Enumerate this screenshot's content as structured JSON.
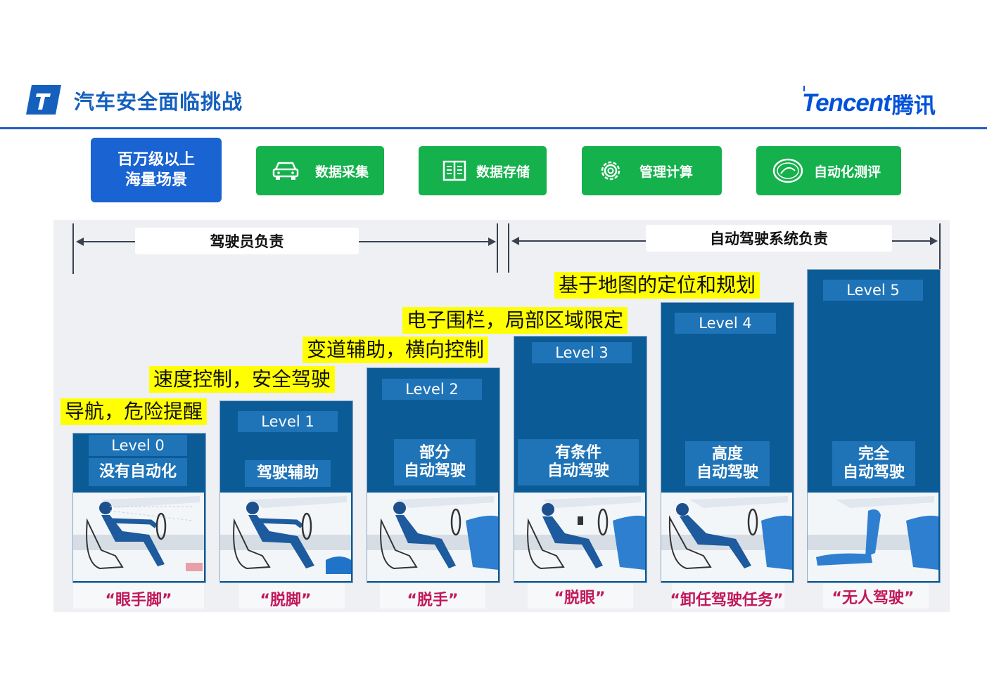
{
  "header": {
    "title": "汽车安全面临挑战",
    "brand_en": "Tencent",
    "brand_cn": "腾讯"
  },
  "top_buttons": {
    "scale": [
      "百万级以上",
      "海量场景"
    ],
    "items": [
      {
        "label": "数据采集",
        "icon": "car-icon"
      },
      {
        "label": "数据存储",
        "icon": "book-icon"
      },
      {
        "label": "管理计算",
        "icon": "gear-icon"
      },
      {
        "label": "自动化测评",
        "icon": "test-stamp-icon"
      }
    ]
  },
  "responsibility": {
    "driver": "驾驶员负责",
    "system": "自动驾驶系统负责"
  },
  "highlights": [
    "导航，危险提醒",
    "速度控制，安全驾驶",
    "变道辅助，横向控制",
    "电子围栏，局部区域限定",
    "基于地图的定位和规划"
  ],
  "levels": [
    {
      "level": "Level 0",
      "desc": [
        "没有自动化"
      ],
      "tagline": "“眼手脚”"
    },
    {
      "level": "Level 1",
      "desc": [
        "驾驶辅助"
      ],
      "tagline": "“脱脚”"
    },
    {
      "level": "Level 2",
      "desc": [
        "部分",
        "自动驾驶"
      ],
      "tagline": "“脱手”"
    },
    {
      "level": "Level 3",
      "desc": [
        "有条件",
        "自动驾驶"
      ],
      "tagline": "“脱眼”"
    },
    {
      "level": "Level 4",
      "desc": [
        "高度",
        "自动驾驶"
      ],
      "tagline": "“卸任驾驶任务”"
    },
    {
      "level": "Level 5",
      "desc": [
        "完全",
        "自动驾驶"
      ],
      "tagline": "“无人驾驶”"
    }
  ],
  "colors": {
    "brand_blue": "#1560bd",
    "button_green": "#14b14c",
    "column_blue": "#0b5b97",
    "level_blue": "#1f73b7",
    "highlight_yellow": "#ffff00",
    "tagline_magenta": "#c2185b"
  }
}
